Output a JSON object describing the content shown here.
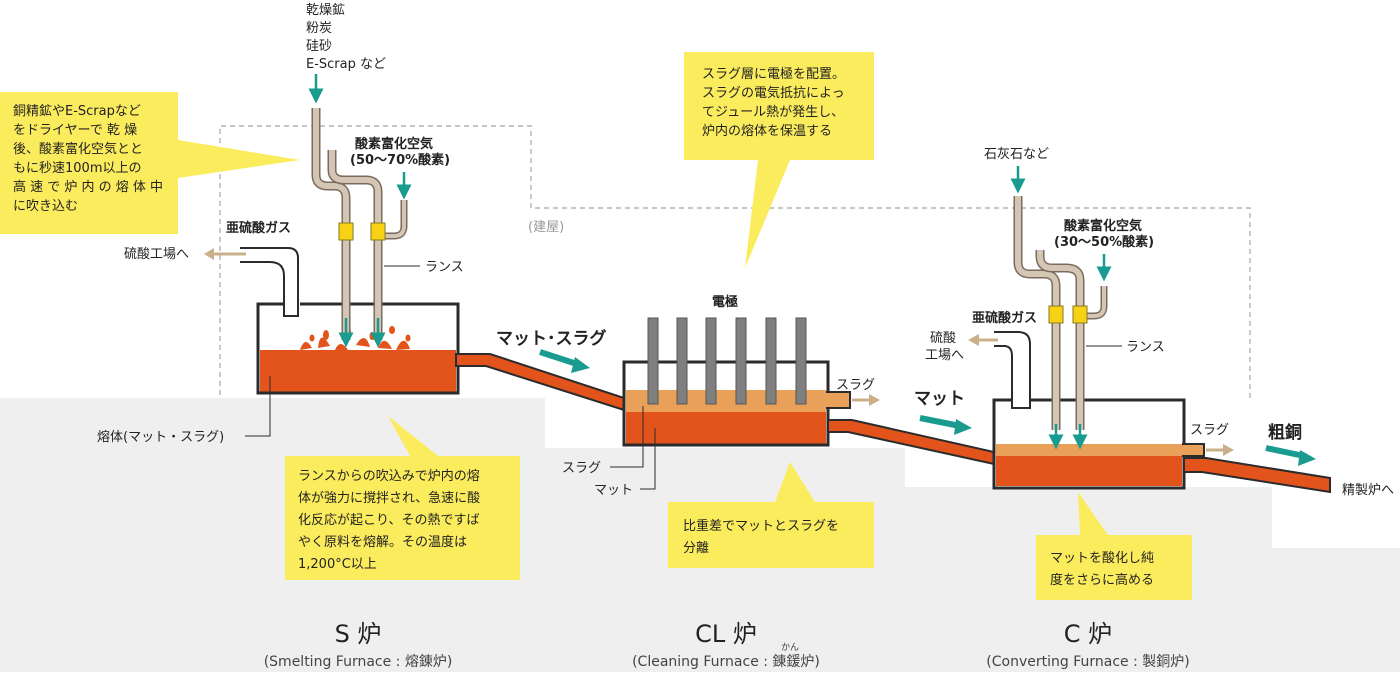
{
  "colors": {
    "ground": "#efefef",
    "melt": "#e2541b",
    "slag": "#e9a15a",
    "wall": "#2b2b2b",
    "note_bg": "#fbec5d",
    "arrow_teal": "#1a9b8f",
    "arrow_tan": "#c9b08a",
    "pipe": "#c9b9a6",
    "electrode": "#7f7f7f",
    "clamp": "#f6d114",
    "building_line": "#b3b3b3"
  },
  "s_furnace": {
    "feed_label": [
      "乾燥鉱",
      "粉炭",
      "硅砂",
      "E-Scrap など"
    ],
    "oxygen_label": [
      "酸素富化空気",
      "(50～70%酸素)"
    ],
    "lance_label": "ランス",
    "so2_label": "亜硫酸ガス",
    "acid_plant_label": "硫酸工場へ",
    "melt_label": "熔体(マット・スラグ)",
    "note_top": [
      "銅精鉱やE-Scrapなど",
      "をドライヤーで 乾 燥",
      "後、酸素富化空気とと",
      "もに秒速100m以上の",
      "高 速 で 炉 内 の 熔 体 中",
      "に吹き込む"
    ],
    "note_bottom": [
      "ランスからの吹込みで炉内の熔",
      "体が強力に撹拌され、急速に酸",
      "化反応が起こり、その熱ですば",
      "やく原料を熔解。その温度は",
      "1,200°C以上"
    ],
    "title": "S 炉",
    "subtitle": "(Smelting Furnace : 熔錬炉)"
  },
  "building_label": "(建屋)",
  "flow_matte_slag": "マット･スラグ",
  "cl_furnace": {
    "electrode_label": "電極",
    "slag_out_label": "スラグ",
    "slag_label": "スラグ",
    "matte_label": "マット",
    "note_top": [
      "スラグ層に電極を配置。",
      "スラグの電気抵抗によっ",
      "てジュール熱が発生し、",
      "炉内の熔体を保温する"
    ],
    "note_bottom": [
      "比重差でマットとスラグを",
      "分離"
    ],
    "title": "CL 炉",
    "ruby": "かん",
    "subtitle": "(Cleaning Furnace : 錬鍰炉)"
  },
  "flow_matte": "マット",
  "c_furnace": {
    "feed_label": "石灰石など",
    "oxygen_label": [
      "酸素富化空気",
      "(30～50%酸素)"
    ],
    "so2_label": "亜硫酸ガス",
    "acid_plant_label": [
      "硫酸",
      "工場へ"
    ],
    "lance_label": "ランス",
    "slag_out_label": "スラグ",
    "note_bottom": [
      "マットを酸化し純",
      "度をさらに高める"
    ],
    "title": "C 炉",
    "subtitle": "(Converting Furnace : 製銅炉)"
  },
  "flow_blister": "粗銅",
  "refining_label": "精製炉へ"
}
